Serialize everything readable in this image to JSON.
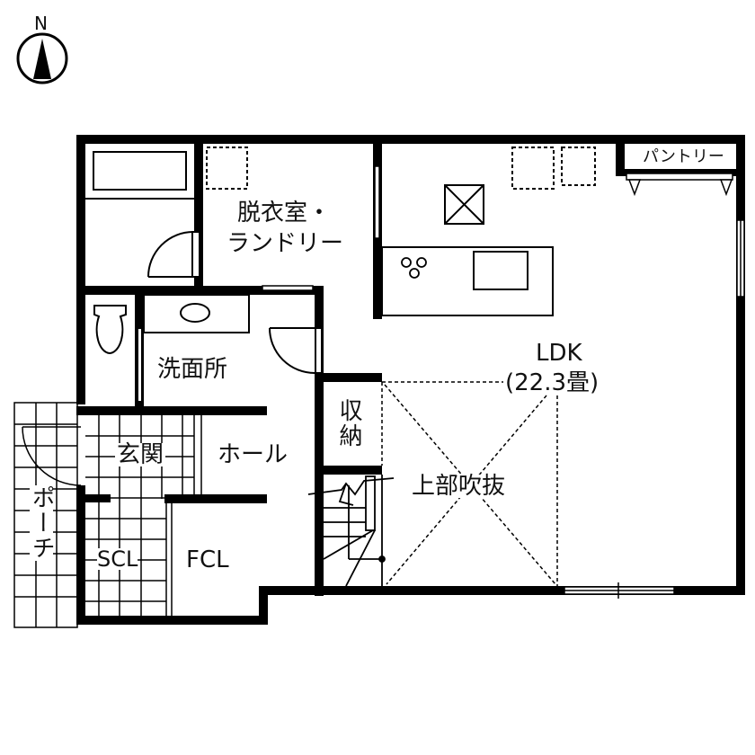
{
  "compass": {
    "label": "N"
  },
  "colors": {
    "wall": "#000000",
    "background": "#ffffff",
    "line": "#111111"
  },
  "rooms": {
    "dressing": {
      "line1": "脱衣室・",
      "line2": "ランドリー"
    },
    "pantry": {
      "label": "パントリー"
    },
    "washroom": {
      "label": "洗面所"
    },
    "ldk": {
      "line1": "LDK",
      "line2": "(22.3畳)"
    },
    "storage": {
      "label": "収納"
    },
    "hall": {
      "label": "ホール"
    },
    "entrance": {
      "label": "玄関"
    },
    "void": {
      "label": "上部吹抜"
    },
    "porch": {
      "label": "ポーチ"
    },
    "scl": {
      "label": "SCL"
    },
    "fcl": {
      "label": "FCL"
    }
  }
}
